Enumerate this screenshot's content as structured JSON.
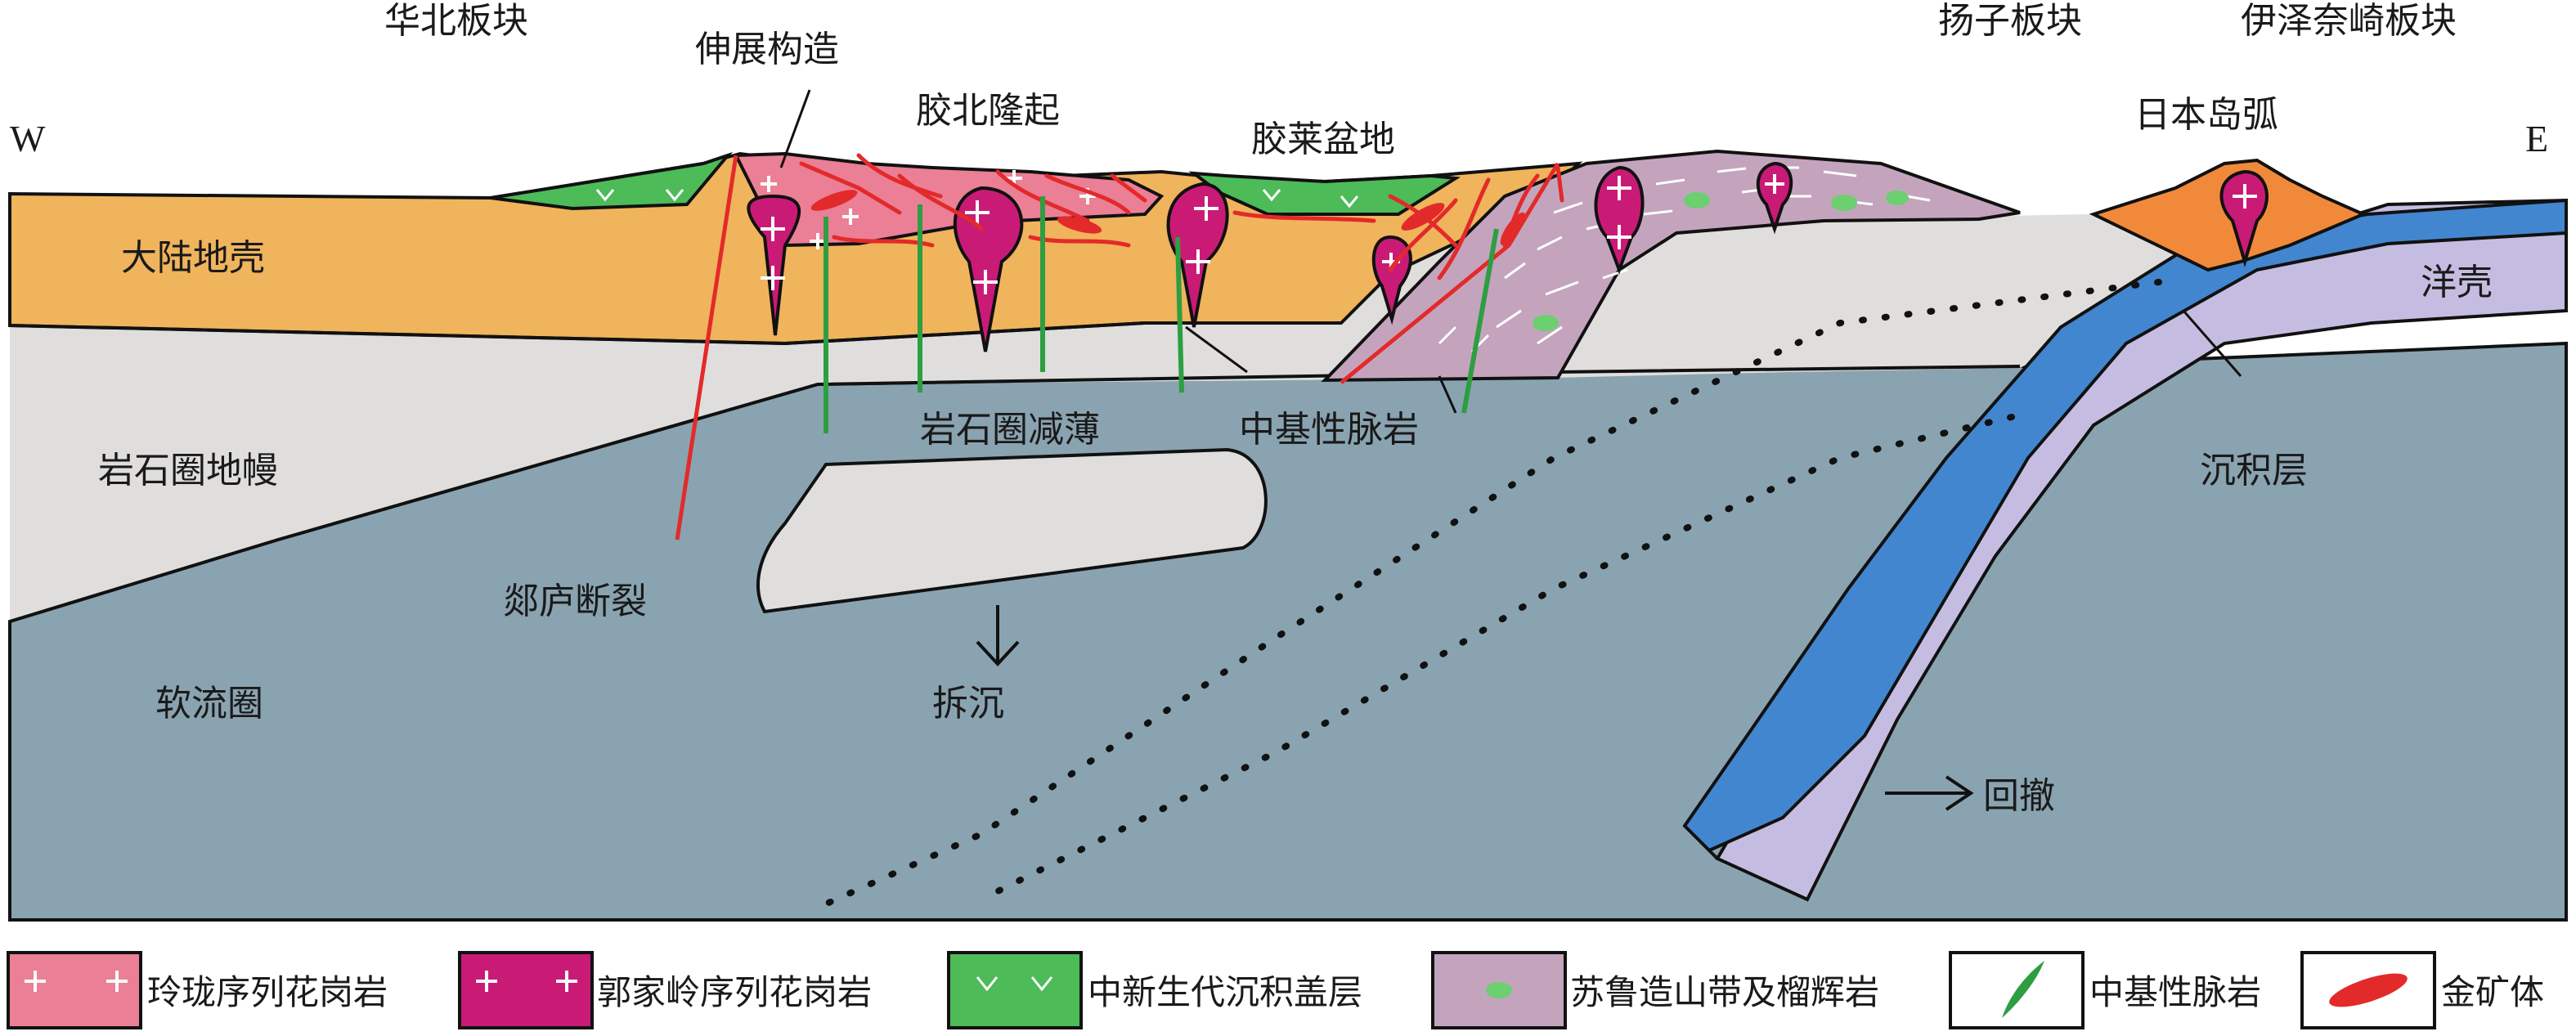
{
  "labels": {
    "huabei_plate": "华北板块",
    "extension_structure": "伸展构造",
    "jiaobei_uplift": "胶北隆起",
    "jiaolai_basin": "胶莱盆地",
    "yangtze_plate": "扬子板块",
    "izanagi_plate": "伊泽奈崎板块",
    "japan_arc": "日本岛弧",
    "west": "W",
    "east": "E",
    "continental_crust": "大陆地壳",
    "ocean_crust": "洋壳",
    "lithospheric_mantle": "岩石圈地幔",
    "lithosphere_thinning": "岩石圈减薄",
    "intermediate_basic_dike": "中基性脉岩",
    "sediment_layer": "沉积层",
    "tanlu_fault": "郯庐断裂",
    "asthenosphere": "软流圈",
    "delamination": "拆沉",
    "rollback": "回撤"
  },
  "legend": [
    {
      "id": "linglong",
      "label": "玲珑序列花岗岩",
      "color": "#ea7f96"
    },
    {
      "id": "guojialing",
      "label": "郭家岭序列花岗岩",
      "color": "#c91b76"
    },
    {
      "id": "cenozoic",
      "label": "中新生代沉积盖层",
      "color": "#4dbb58"
    },
    {
      "id": "sulu",
      "label": "苏鲁造山带及榴辉岩",
      "color": "#c4a4bd"
    },
    {
      "id": "dike",
      "label": "中基性脉岩",
      "color": "#2d9e41"
    },
    {
      "id": "gold",
      "label": "金矿体",
      "color": "#e32a2a"
    }
  ],
  "colors": {
    "continental_crust": "#efb45c",
    "lithospheric_mantle": "#e0dedd",
    "asthenosphere": "#8aa3b0",
    "ocean_crust_blue": "#4286cf",
    "ocean_crust_violet": "#c5bde1",
    "japan_arc_orange": "#f08a3a",
    "fault_red": "#e32a2a"
  }
}
